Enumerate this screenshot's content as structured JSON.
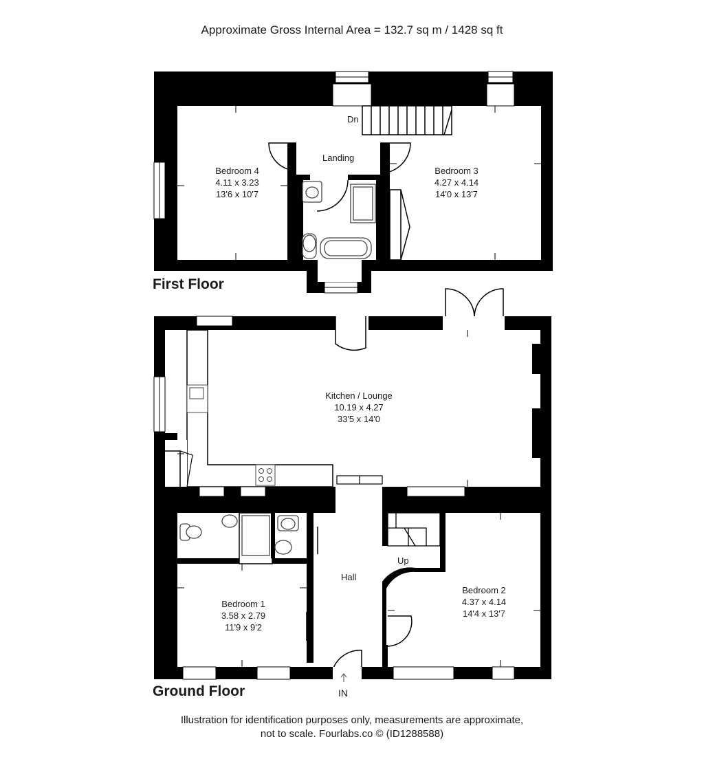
{
  "header": {
    "area_text": "Approximate Gross Internal Area = 132.7 sq m / 1428 sq ft"
  },
  "first_floor": {
    "label": "First Floor",
    "landing": "Landing",
    "stairs_down": "Dn",
    "rooms": [
      {
        "name": "Bedroom 4",
        "metric": "4.11 x 3.23",
        "imperial": "13'6 x 10'7"
      },
      {
        "name": "Bedroom 3",
        "metric": "4.27 x 4.14",
        "imperial": "14'0 x 13'7"
      }
    ]
  },
  "ground_floor": {
    "label": "Ground Floor",
    "hall": "Hall",
    "stairs_up": "Up",
    "entrance": "IN",
    "rooms": [
      {
        "name": "Kitchen / Lounge",
        "metric": "10.19 x 4.27",
        "imperial": "33'5 x 14'0"
      },
      {
        "name": "Bedroom 1",
        "metric": "3.58 x 2.79",
        "imperial": "11'9 x 9'2"
      },
      {
        "name": "Bedroom 2",
        "metric": "4.37 x 4.14",
        "imperial": "14'4 x 13'7"
      }
    ]
  },
  "footer": {
    "line1": "Illustration for identification purposes only, measurements are approximate,",
    "line2": "not to scale. Fourlabs.co © (ID1288588)"
  },
  "colors": {
    "wall": "#000000",
    "fixture": "#555555",
    "background": "#ffffff"
  }
}
